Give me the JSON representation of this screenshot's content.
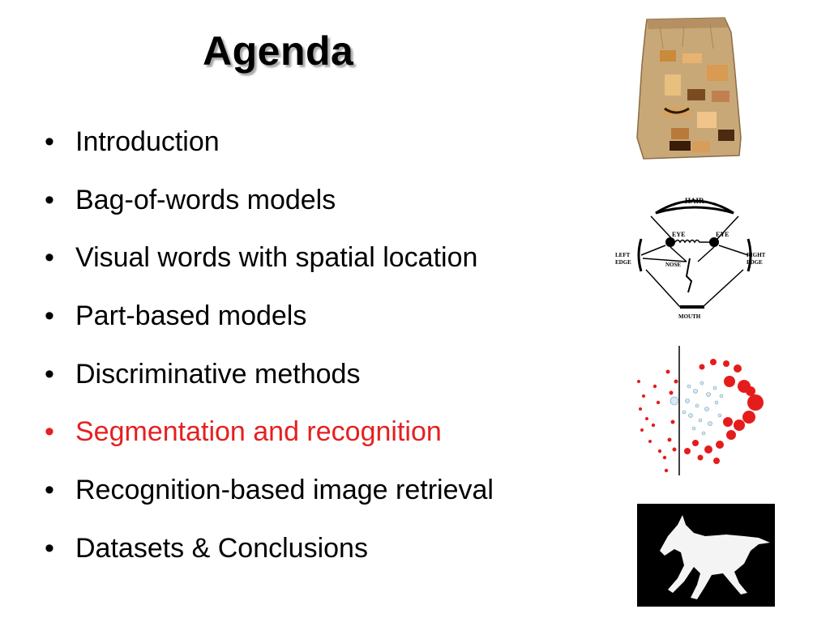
{
  "slide": {
    "title": "Agenda",
    "items": [
      {
        "text": "Introduction",
        "active": false
      },
      {
        "text": "Bag-of-words models",
        "active": false
      },
      {
        "text": "Visual words with spatial location",
        "active": false
      },
      {
        "text": "Part-based models",
        "active": false
      },
      {
        "text": "Discriminative methods",
        "active": false
      },
      {
        "text": "Segmentation and recognition",
        "active": true
      },
      {
        "text": "Recognition-based image retrieval",
        "active": false
      },
      {
        "text": "Datasets & Conclusions",
        "active": false
      }
    ],
    "bullet": "•",
    "active_color": "#e52020"
  },
  "figures": {
    "face_model": {
      "hair": "HAIR",
      "eye_left": "EYE",
      "eye_right": "EYE",
      "left_edge_1": "LEFT",
      "left_edge_2": "EDGE",
      "right_edge_1": "RIGHT",
      "right_edge_2": "EDGE",
      "nose": "NOSE",
      "mouth": "MOUTH"
    }
  }
}
